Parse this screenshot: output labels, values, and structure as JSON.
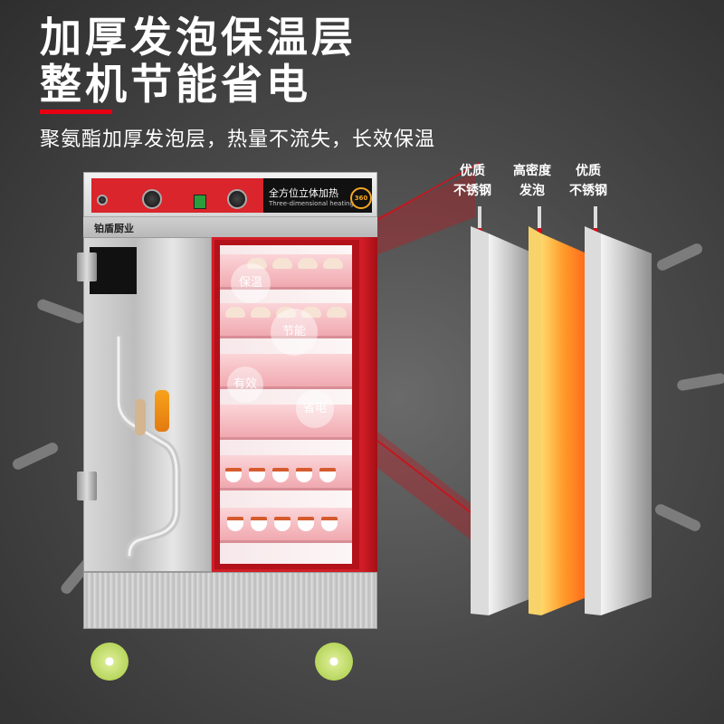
{
  "headline": {
    "line1": "加厚发泡保温层",
    "line2": "整机节能省电"
  },
  "subtitle": "聚氨酯加厚发泡层，热量不流失，长效保温",
  "cabinet": {
    "heating_cn": "全方位立体加热",
    "heating_en": "Three-dimensional heating",
    "badge": "360",
    "brand": "铂盾厨业",
    "bubbles": [
      "保温",
      "节能",
      "有效",
      "省电"
    ]
  },
  "layers": [
    {
      "label_line1": "优质",
      "label_line2": "不锈钢"
    },
    {
      "label_line1": "高密度",
      "label_line2": "发泡"
    },
    {
      "label_line1": "优质",
      "label_line2": "不锈钢"
    }
  ],
  "colors": {
    "accent": "#e60012",
    "foam": "#f5a623",
    "interior": "#d21d26"
  }
}
